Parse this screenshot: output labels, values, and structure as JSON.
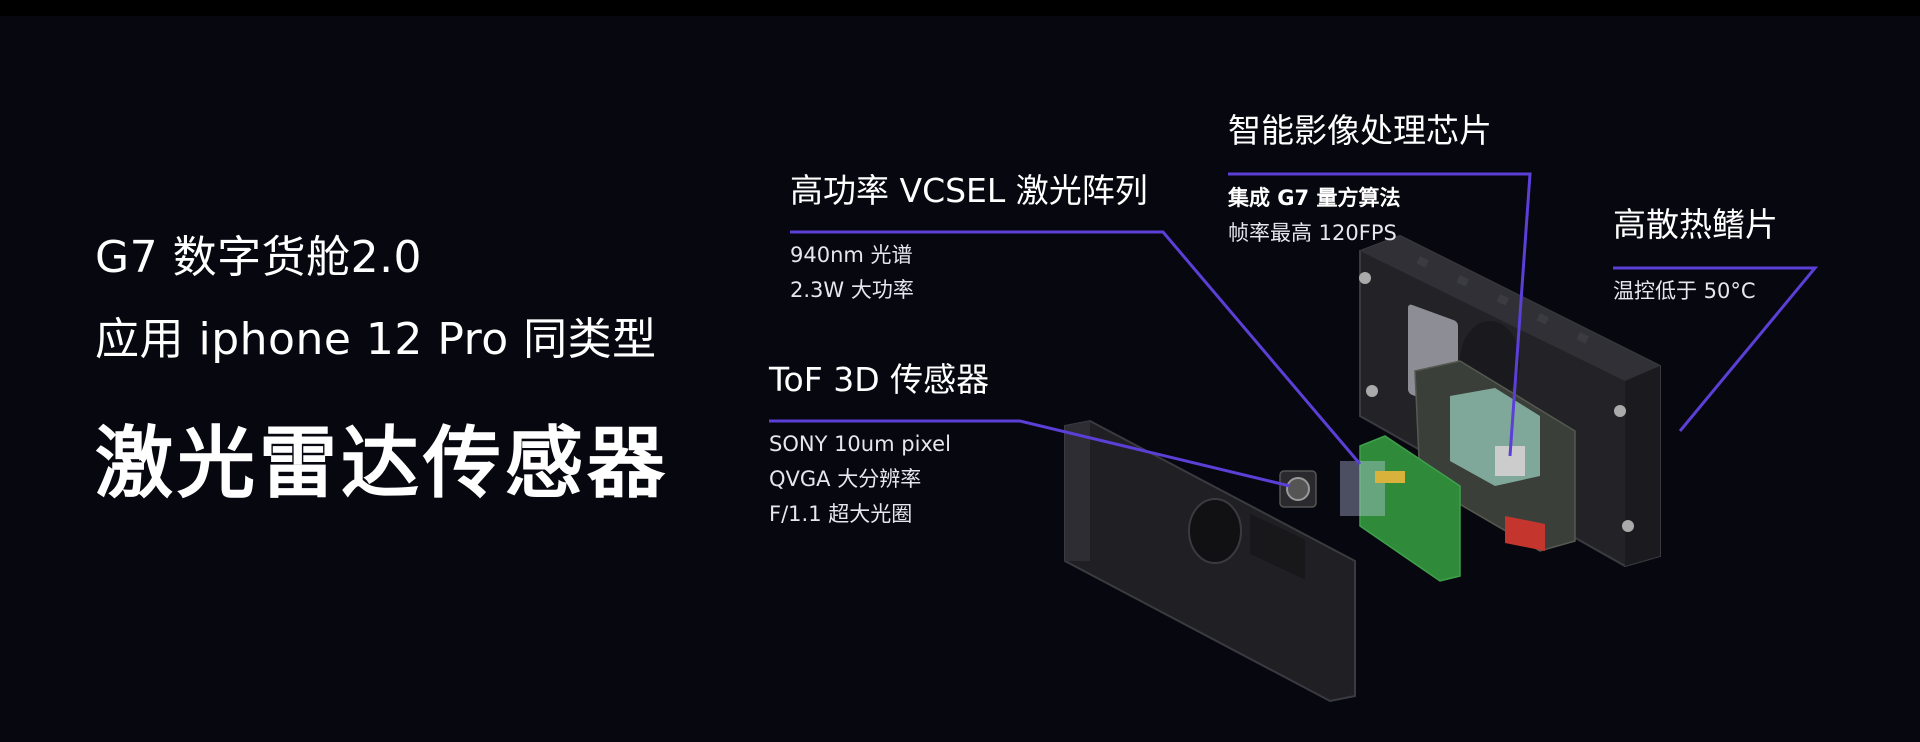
{
  "headline": {
    "line1": "G7 数字货舱2.0",
    "line2": "应用 iphone 12 Pro 同类型",
    "line3": "激光雷达传感器"
  },
  "callouts": {
    "vcsel": {
      "title": "高功率 VCSEL 激光阵列",
      "spec1": "940nm 光谱",
      "spec2": "2.3W 大功率"
    },
    "chip": {
      "title": "智能影像处理芯片",
      "spec1": "集成 G7 量方算法",
      "spec2": "帧率最高 120FPS"
    },
    "heatsink": {
      "title": "高散热鳍片",
      "spec1": "温控低于 50°C"
    },
    "tof": {
      "title": "ToF 3D 传感器",
      "spec1": "SONY 10um pixel",
      "spec2": "QVGA 大分辨率",
      "spec3": "F/1.1 超大光圈"
    }
  },
  "colors": {
    "background": "#07070f",
    "leader_line": "#5b3fd6",
    "pcb_green": "#2f8a3a",
    "housing": "#2a2a2e"
  }
}
